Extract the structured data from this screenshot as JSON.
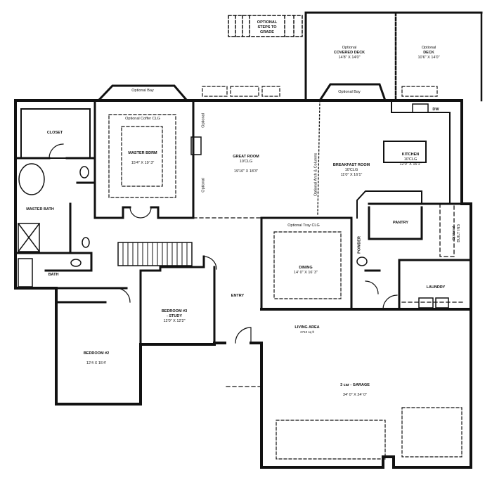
{
  "plan": {
    "optional_steps": [
      "OPTIONAL",
      "STEPS TO",
      "GRADE"
    ],
    "covered_deck": {
      "optional": "Optional",
      "name": "COVERED DECK",
      "size": "14'8\" X 14'0\""
    },
    "deck": {
      "optional": "Optional",
      "name": "DECK",
      "size": "10'6\" X 14'0\""
    },
    "bay_master": "Optional Bay",
    "bay_breakfast": "Optional Bay",
    "closet": "CLOSET",
    "coffer": "Optional Coffer CLG",
    "master_bdrm": {
      "name": "MASTER BDRM",
      "size": "15'4\" X 19' 3\""
    },
    "optional_window_top": "Optional",
    "optional_window_bottom": "Optional",
    "great_room": {
      "name": "GREAT ROOM",
      "ceiling": "10'CLG",
      "size": "19'10\" X 18'3\""
    },
    "arch": "Optional Arch & Columns",
    "breakfast": {
      "name": "BREAKFAST ROOM",
      "ceiling": "10'CLG",
      "size": "11'0\" X 16'1\""
    },
    "kitchen": {
      "name": "KITCHEN",
      "ceiling": "10'CLG",
      "size": "12'0\" X 16'1\""
    },
    "dw": "DW",
    "master_bath": "MASTER BATH",
    "bath": "BATH",
    "pantry": "PANTRY",
    "powder": "POWDER",
    "built_ins": [
      "Optional",
      "BUILT INS"
    ],
    "tray": "Optional Tray CLG",
    "dining": {
      "name": "DINING",
      "size": "14' 0\" X 16' 3\""
    },
    "laundry": "LAUNDRY",
    "entry": "ENTRY",
    "bedroom3": {
      "name": "BEDROOM #3",
      "sub": "- STUDY",
      "size": "12'0\" X 12'2\""
    },
    "bedroom2": {
      "name": "BEDROOM #2",
      "size": "12'4 X 15'4'"
    },
    "living_area": {
      "name": "LIVING AREA",
      "sqft": "2710 sq ft"
    },
    "garage": {
      "name": "3 car - GARAGE",
      "size": "34' 0\" X 24' 0\""
    }
  }
}
